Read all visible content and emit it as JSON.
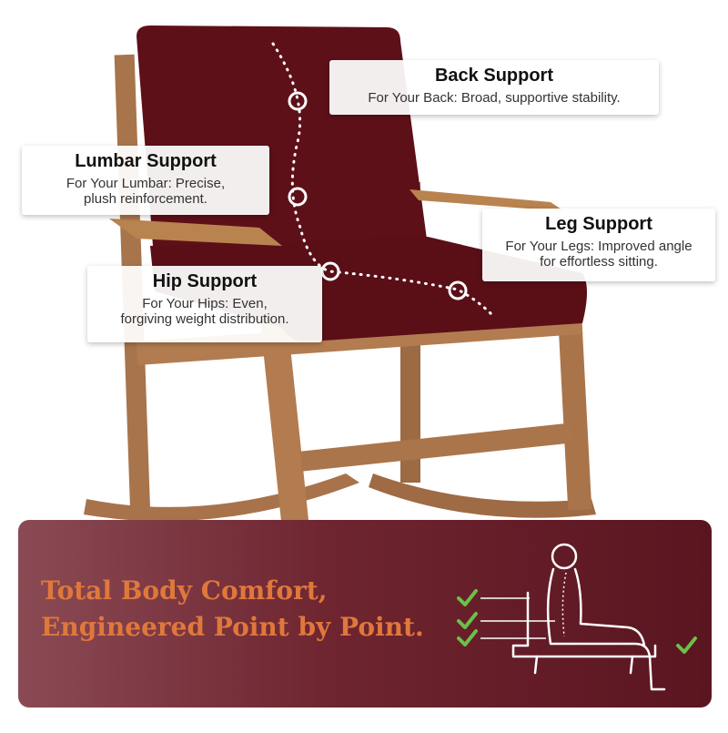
{
  "callouts": {
    "back": {
      "title": "Back Support",
      "desc": "For Your Back: Broad, supportive stability."
    },
    "lumbar": {
      "title": "Lumbar Support",
      "line1": "For Your Lumbar: Precise,",
      "line2": "plush reinforcement."
    },
    "leg": {
      "title": "Leg Support",
      "line1": "For Your Legs: Improved angle",
      "line2": "for effortless sitting."
    },
    "hip": {
      "title": "Hip Support",
      "line1": "For Your Hips: Even,",
      "line2": "forgiving weight distribution."
    }
  },
  "banner": {
    "line1": "Total Body Comfort,",
    "line2": "Engineered Point by Point."
  },
  "colors": {
    "cushion": "#5c0f17",
    "wood": "#b07a4e",
    "banner_dark": "#5a1520",
    "headline": "#e0783c",
    "check": "#6cc04a"
  },
  "icons": [
    "check-icon",
    "seated-person-icon",
    "support-point-marker-icon"
  ]
}
